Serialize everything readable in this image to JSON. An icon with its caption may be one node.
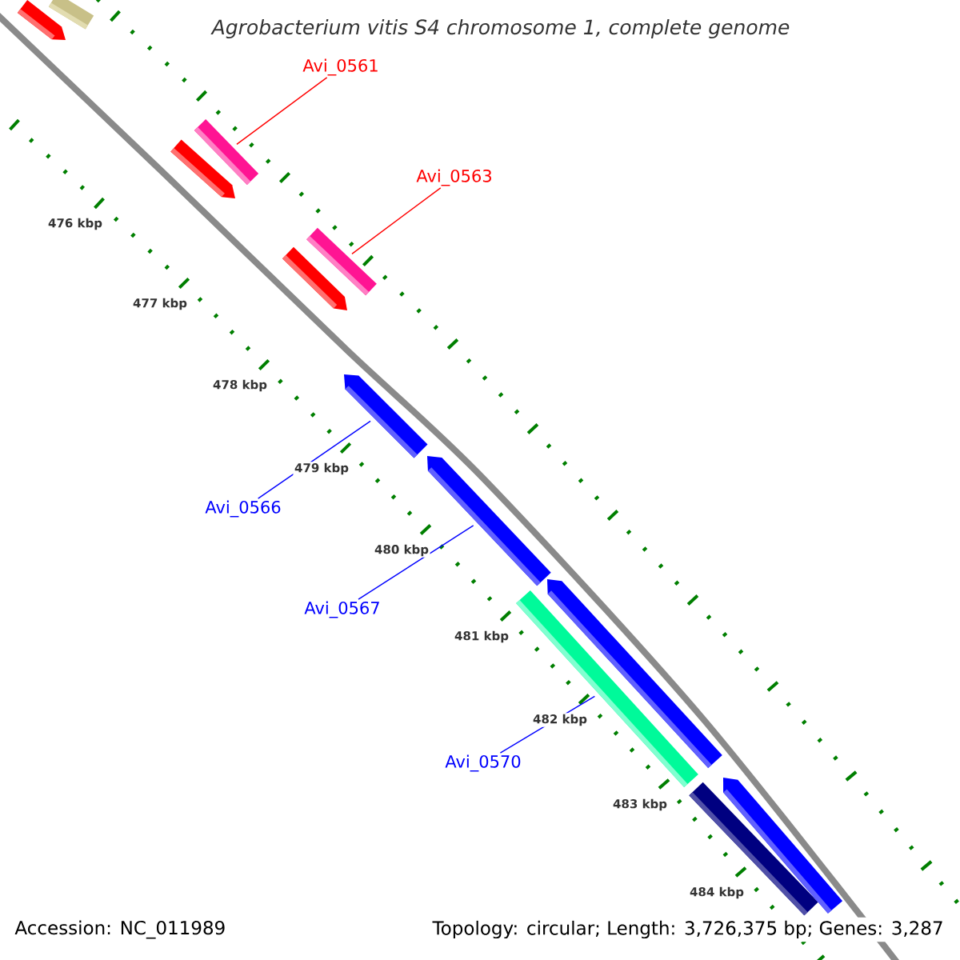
{
  "diagram": {
    "title": "Agrobacterium vitis S4 chromosome 1, complete genome",
    "nodes": [
      {
        "text": [],
        "shape": "bar"
      },
      {
        "text": [],
        "shape": "arrow"
      },
      {
        "text": [
          "Avi_0561"
        ]
      },
      {
        "text": [],
        "shape": "bar"
      },
      {
        "text": [],
        "shape": "arrow"
      },
      {
        "text": [
          "Avi_0563"
        ]
      },
      {
        "text": [],
        "shape": "bar"
      },
      {
        "text": [],
        "shape": "arrow"
      },
      {
        "text": [],
        "shape": "arrow"
      },
      {
        "text": [
          "Avi_0566"
        ]
      },
      {
        "text": [],
        "shape": "arrow"
      },
      {
        "text": [
          "Avi_0567"
        ]
      },
      {
        "text": [],
        "shape": "bar"
      },
      {
        "text": [],
        "shape": "arrow"
      },
      {
        "text": [
          "Avi_0570"
        ]
      },
      {
        "text": [],
        "shape": "bar"
      },
      {
        "text": [],
        "shape": "arrow"
      }
    ],
    "edges": [
      {
        "from": 2,
        "to": 3,
        "arrow": "none",
        "color": "#ff0000"
      },
      {
        "from": 5,
        "to": 6,
        "arrow": "none",
        "color": "#ff0000"
      },
      {
        "from": 9,
        "to": 8,
        "arrow": "none"
      },
      {
        "from": 11,
        "to": 10,
        "arrow": "none"
      },
      {
        "from": 14,
        "to": 12,
        "arrow": "none"
      }
    ],
    "labels": [
      "476 kbp",
      "477 kbp",
      "478 kbp",
      "479 kbp",
      "480 kbp",
      "481 kbp",
      "482 kbp",
      "483 kbp",
      "484 kbp",
      "Accession: NC_011989",
      "Topology: circular; Length: 3,726,375 bp; Genes: 3,287"
    ]
  }
}
